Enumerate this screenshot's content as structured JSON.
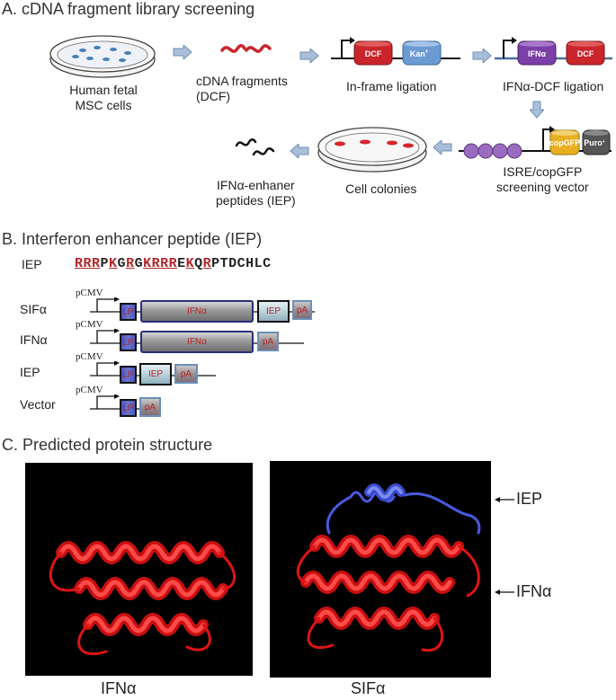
{
  "section_a": {
    "title": "A. cDNA fragment library screening",
    "msc_label_1": "Human fetal",
    "msc_label_2": "MSC cells",
    "cdna_label_1": "cDNA fragments",
    "cdna_label_2": "(DCF)",
    "inframe_label": "In-frame ligation",
    "inframe_gene_1": "DCF",
    "inframe_gene_2": "Kan",
    "inframe_gene_2_sup": "+",
    "ifn_label": "IFNα-DCF ligation",
    "ifn_gene_1": "IFNα",
    "ifn_gene_2": "DCF",
    "isre_label_1": "ISRE/copGFP",
    "isre_label_2": "screening vector",
    "isre_gene_1": "copGFP",
    "isre_gene_2": "Puro",
    "isre_gene_2_sup": "+",
    "colonies_label": "Cell colonies",
    "iep_label_1": "IFNα-enhaner",
    "iep_label_2": "peptides (IEP)"
  },
  "section_b": {
    "title": "B. Interferon enhancer peptide (IEP)",
    "seq_label": "IEP",
    "sequence": [
      {
        "t": "RRR",
        "hl": true
      },
      {
        "t": "P",
        "hl": false
      },
      {
        "t": "K",
        "hl": true
      },
      {
        "t": "G",
        "hl": false
      },
      {
        "t": "R",
        "hl": true
      },
      {
        "t": "G",
        "hl": false
      },
      {
        "t": "KRRR",
        "hl": true
      },
      {
        "t": "E",
        "hl": false
      },
      {
        "t": "K",
        "hl": true
      },
      {
        "t": "Q",
        "hl": false
      },
      {
        "t": "R",
        "hl": true
      },
      {
        "t": "PTDCHLC",
        "hl": false
      }
    ],
    "constructs": [
      {
        "name": "SIFα",
        "promoter": "pCMV",
        "boxes": [
          "LP",
          "IFNα",
          "IEP",
          "pA"
        ]
      },
      {
        "name": "IFNα",
        "promoter": "pCMV",
        "boxes": [
          "LP",
          "IFNα",
          "pA"
        ]
      },
      {
        "name": "IEP",
        "promoter": "pCMV",
        "boxes": [
          "LP",
          "IEP",
          "pA"
        ]
      },
      {
        "name": "Vector",
        "promoter": "pCMV",
        "boxes": [
          "LP",
          "pA"
        ]
      }
    ]
  },
  "section_c": {
    "title": "C. Predicted protein structure",
    "left_caption": "IFNα",
    "right_caption": "SIFα",
    "arrow_iep": "IEP",
    "arrow_ifn": "IFNα"
  },
  "colors": {
    "red": "#c9252b",
    "helix_red": "#e01414",
    "blue_helix": "#4a5be0",
    "purple": "#7b3fa8",
    "kan_blue": "#6c9bd4",
    "gfp_yellow": "#e8b020",
    "puro_grey": "#555555",
    "bead_purple": "#9a6cc0",
    "arrow_fill": "#a9bfd9"
  }
}
